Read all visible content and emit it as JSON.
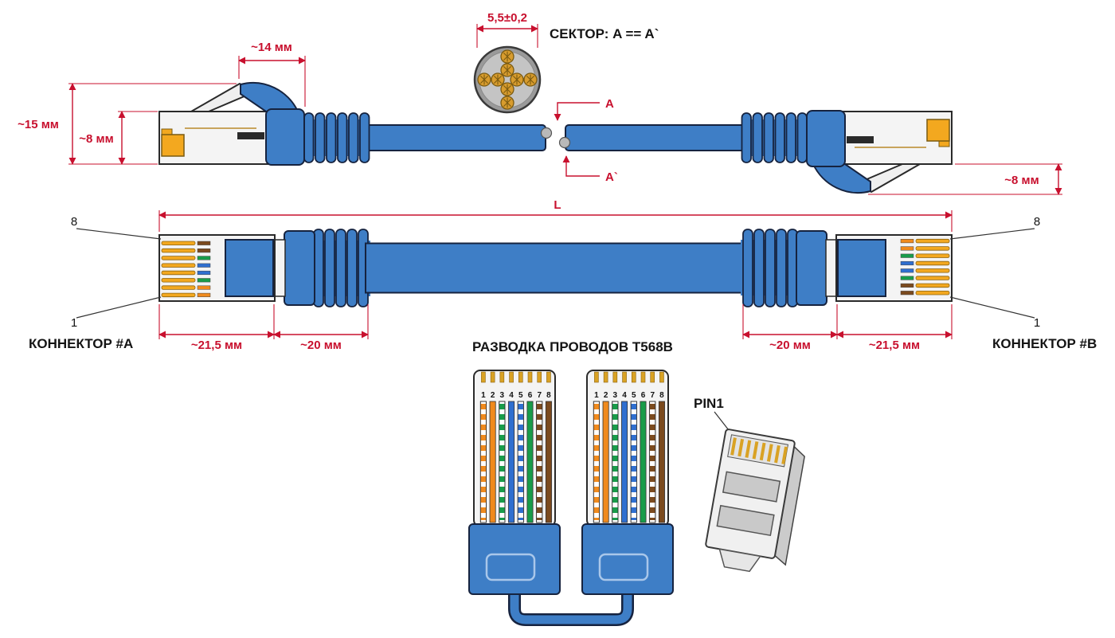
{
  "colors": {
    "dimension_red": "#c8102e",
    "cable_blue": "#3e7ec6",
    "outline_navy": "#16233f",
    "contact_gold": "#f3a81f"
  },
  "top_section": {
    "cross_section_dim": "5,5±0,2",
    "sector_label": "СЕКТОР: A == A`",
    "dim_14mm": "~14 мм",
    "dim_15mm": "~15 мм",
    "dim_8mm_left": "~8 мм",
    "dim_8mm_right": "~8 мм",
    "section_marker_a": "A",
    "section_marker_a_prime": "A`"
  },
  "middle_section": {
    "length_label": "L",
    "pin8_left": "8",
    "pin1_left": "1",
    "pin8_right": "8",
    "pin1_right": "1",
    "connector_a_label": "КОННЕКТОР #A",
    "connector_b_label": "КОННЕКТОР #B",
    "dim_21_5mm_left": "~21,5 мм",
    "dim_20mm_left": "~20 мм",
    "dim_20mm_right": "~20 мм",
    "dim_21_5mm_right": "~21,5 мм"
  },
  "wiring_section": {
    "title": "РАЗВОДКА ПРОВОДОВ T568B",
    "pin1_label": "PIN1",
    "pin_numbers": [
      "1",
      "2",
      "3",
      "4",
      "5",
      "6",
      "7",
      "8"
    ],
    "t568b_wires": [
      {
        "pin": 1,
        "color": "white-orange",
        "hex": "#f08a1d",
        "striped": true
      },
      {
        "pin": 2,
        "color": "orange",
        "hex": "#f08a1d",
        "striped": false
      },
      {
        "pin": 3,
        "color": "white-green",
        "hex": "#189c4a",
        "striped": true
      },
      {
        "pin": 4,
        "color": "blue",
        "hex": "#2f6fd0",
        "striped": false
      },
      {
        "pin": 5,
        "color": "white-blue",
        "hex": "#2f6fd0",
        "striped": true
      },
      {
        "pin": 6,
        "color": "green",
        "hex": "#189c4a",
        "striped": false
      },
      {
        "pin": 7,
        "color": "white-brown",
        "hex": "#7b4a1e",
        "striped": true
      },
      {
        "pin": 8,
        "color": "brown",
        "hex": "#7b4a1e",
        "striped": false
      }
    ]
  }
}
